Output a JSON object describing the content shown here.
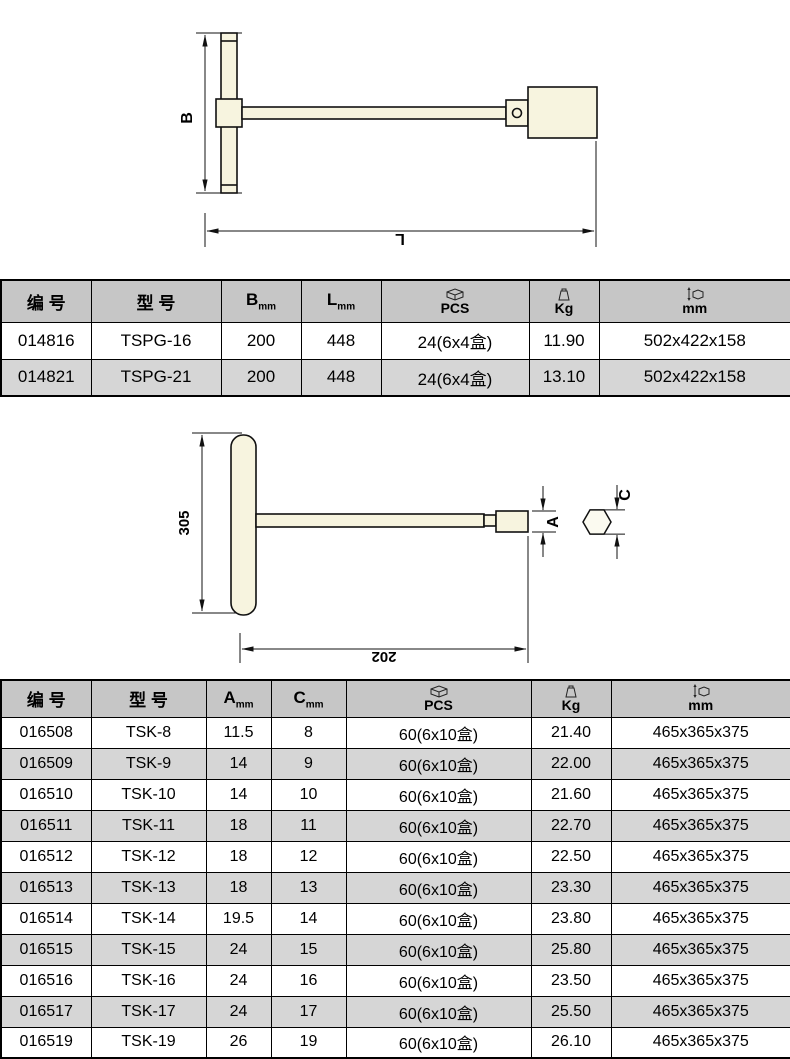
{
  "colors": {
    "header_bg": "#c6c6c6",
    "row_alt_bg": "#d6d6d6",
    "row_bg": "#ffffff",
    "tool_fill": "#f7f4df",
    "line": "#111111"
  },
  "diagram1": {
    "dim_B": "B",
    "dim_L": "L"
  },
  "table1": {
    "col_code": "编 号",
    "col_model": "型 号",
    "col_b_main": "B",
    "col_b_sub": "mm",
    "col_l_main": "L",
    "col_l_sub": "mm",
    "col_pcs": "PCS",
    "col_kg": "Kg",
    "col_mm": "mm",
    "rows": [
      [
        "014816",
        "TSPG-16",
        "200",
        "448",
        "24(6x4盒)",
        "11.90",
        "502x422x158"
      ],
      [
        "014821",
        "TSPG-21",
        "200",
        "448",
        "24(6x4盒)",
        "13.10",
        "502x422x158"
      ]
    ]
  },
  "diagram2": {
    "dim_305": "305",
    "dim_202": "202",
    "dim_A": "A",
    "dim_C": "C"
  },
  "table2": {
    "col_code": "编 号",
    "col_model": "型 号",
    "col_a_main": "A",
    "col_a_sub": "mm",
    "col_c_main": "C",
    "col_c_sub": "mm",
    "col_pcs": "PCS",
    "col_kg": "Kg",
    "col_mm": "mm",
    "rows": [
      [
        "016508",
        "TSK-8",
        "11.5",
        "8",
        "60(6x10盒)",
        "21.40",
        "465x365x375"
      ],
      [
        "016509",
        "TSK-9",
        "14",
        "9",
        "60(6x10盒)",
        "22.00",
        "465x365x375"
      ],
      [
        "016510",
        "TSK-10",
        "14",
        "10",
        "60(6x10盒)",
        "21.60",
        "465x365x375"
      ],
      [
        "016511",
        "TSK-11",
        "18",
        "11",
        "60(6x10盒)",
        "22.70",
        "465x365x375"
      ],
      [
        "016512",
        "TSK-12",
        "18",
        "12",
        "60(6x10盒)",
        "22.50",
        "465x365x375"
      ],
      [
        "016513",
        "TSK-13",
        "18",
        "13",
        "60(6x10盒)",
        "23.30",
        "465x365x375"
      ],
      [
        "016514",
        "TSK-14",
        "19.5",
        "14",
        "60(6x10盒)",
        "23.80",
        "465x365x375"
      ],
      [
        "016515",
        "TSK-15",
        "24",
        "15",
        "60(6x10盒)",
        "25.80",
        "465x365x375"
      ],
      [
        "016516",
        "TSK-16",
        "24",
        "16",
        "60(6x10盒)",
        "23.50",
        "465x365x375"
      ],
      [
        "016517",
        "TSK-17",
        "24",
        "17",
        "60(6x10盒)",
        "25.50",
        "465x365x375"
      ],
      [
        "016519",
        "TSK-19",
        "26",
        "19",
        "60(6x10盒)",
        "26.10",
        "465x365x375"
      ]
    ]
  }
}
